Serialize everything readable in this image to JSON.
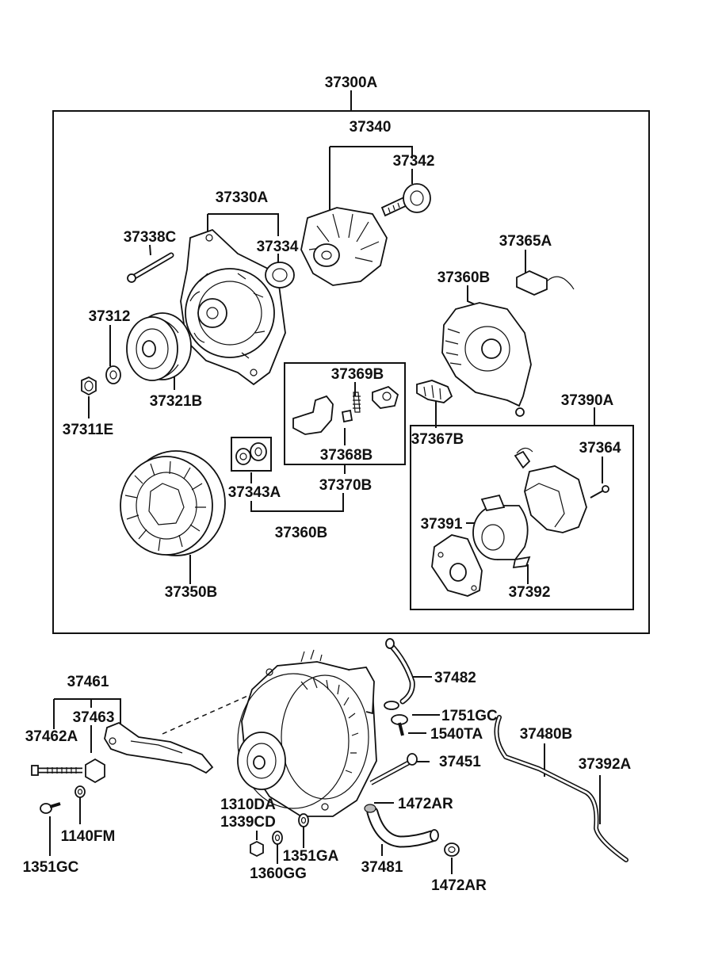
{
  "labels": {
    "p37300A": "37300A",
    "p37340": "37340",
    "p37342": "37342",
    "p37330A": "37330A",
    "p37334": "37334",
    "p37338C": "37338C",
    "p37365A": "37365A",
    "p37360B_top": "37360B",
    "p37312": "37312",
    "p37321B": "37321B",
    "p37311E": "37311E",
    "p37369B": "37369B",
    "p37368B": "37368B",
    "p37367B": "37367B",
    "p37390A": "37390A",
    "p37364": "37364",
    "p37343A": "37343A",
    "p37370B": "37370B",
    "p37360B_bottom": "37360B",
    "p37391": "37391",
    "p37392": "37392",
    "p37350B": "37350B",
    "p37461": "37461",
    "p37463": "37463",
    "p37462A": "37462A",
    "p1140FM": "1140FM",
    "p1351GC": "1351GC",
    "p1310DA": "1310DA",
    "p1339CD": "1339CD",
    "p1351GA": "1351GA",
    "p1360GG": "1360GG",
    "p37482": "37482",
    "p1751GC": "1751GC",
    "p1540TA": "1540TA",
    "p37451": "37451",
    "p1472AR_top": "1472AR",
    "p37481": "37481",
    "p1472AR_bottom": "1472AR",
    "p37480B": "37480B",
    "p37392A": "37392A"
  }
}
